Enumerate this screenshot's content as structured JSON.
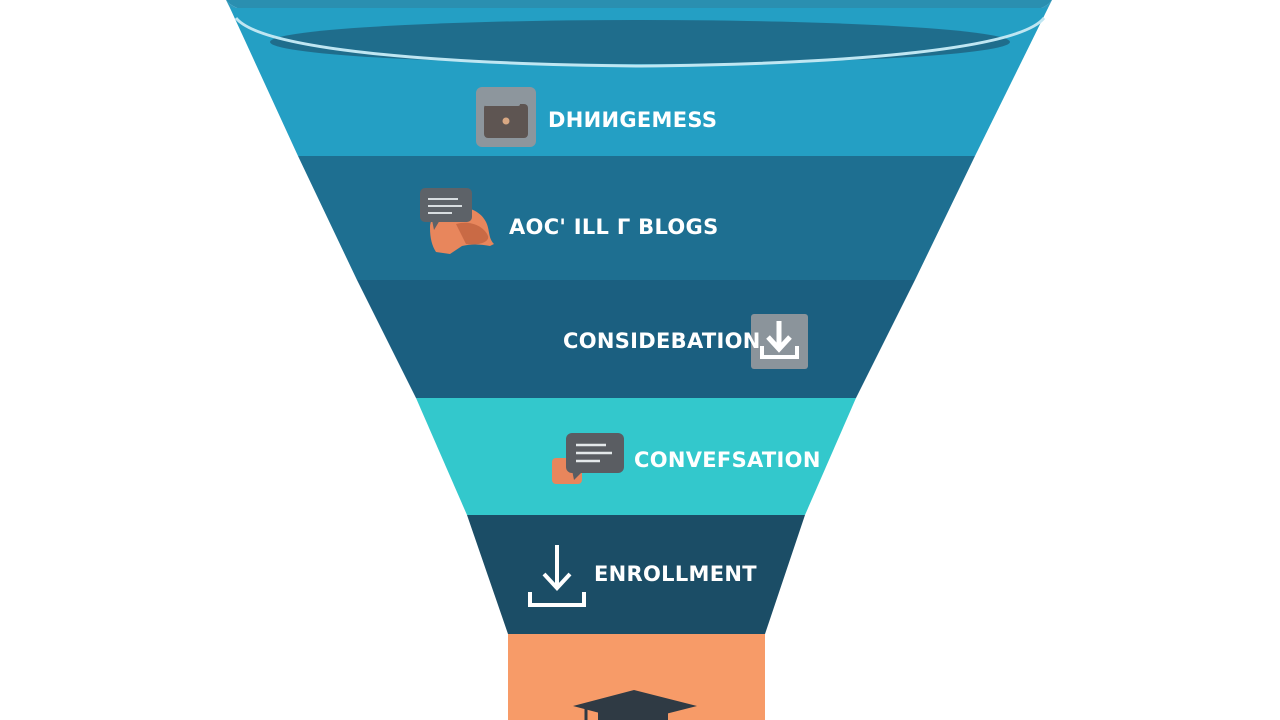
{
  "colors": {
    "background": "#ffffff",
    "rim_top": "#2a8fb0",
    "rim_band": "#2e9cc0",
    "rim_inner": "#1f6d8c",
    "rim_lip": "#bfe6f2",
    "stage_1": "#249fc4",
    "stage_2": "#1e6f91",
    "stage_3": "#1b5f80",
    "stage_4": "#33c8cc",
    "stage_5": "#1b4d66",
    "spout": "#f79b68",
    "icon_gray": "#7c8790",
    "icon_dark": "#5a5a60",
    "icon_orange": "#e8865c",
    "text": "#ffffff"
  },
  "stages": [
    {
      "label": "DНИИGEMESS",
      "icon": "wallet-icon"
    },
    {
      "label": "AOC' ILL Г BLOGS",
      "icon": "person-chat-icon"
    },
    {
      "label": "CONSIDEBATION",
      "icon": "download-box-icon"
    },
    {
      "label": "CONVEFSATION",
      "icon": "chat-bubble-icon"
    },
    {
      "label": "ENROLLMENT",
      "icon": "download-arrow-icon"
    }
  ],
  "spout": {
    "icon": "graduation-cap-icon"
  }
}
